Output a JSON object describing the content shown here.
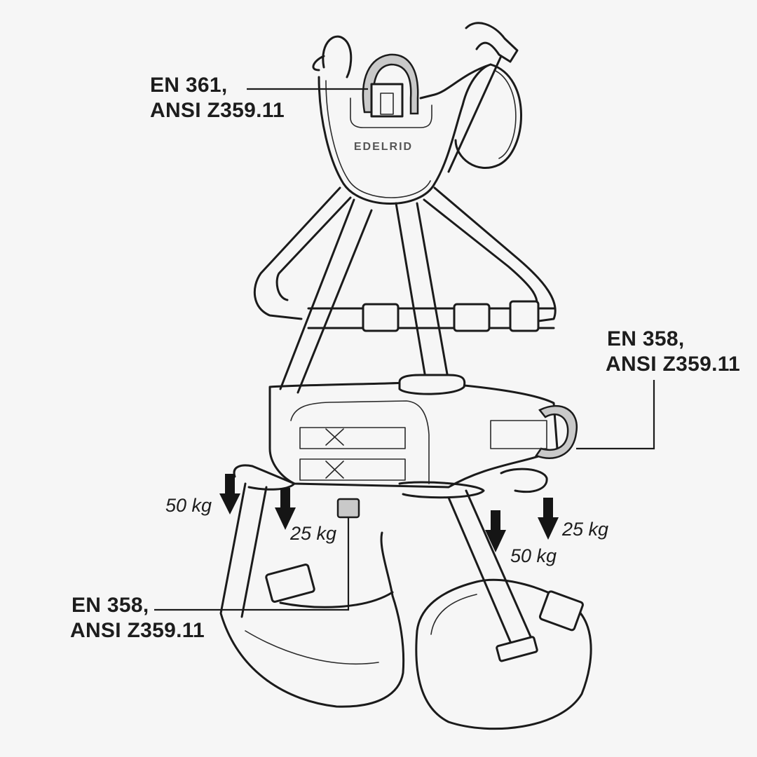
{
  "diagram": {
    "subject": "Full body harness",
    "brand_mark": "EDELRID",
    "colors": {
      "background": "#f6f6f6",
      "line": "#1b1b1b",
      "metal": "#c9c9c9"
    },
    "callouts": [
      {
        "id": "dorsal",
        "line1": "EN 361,",
        "line2": "ANSI Z359.11"
      },
      {
        "id": "side",
        "line1": "EN 358,",
        "line2": "ANSI Z359.11"
      },
      {
        "id": "front",
        "line1": "EN 358,",
        "line2": "ANSI Z359.11"
      }
    ],
    "load_markers": [
      {
        "id": "left-outer",
        "label": "50 kg"
      },
      {
        "id": "left-inner",
        "label": "25 kg"
      },
      {
        "id": "right-inner",
        "label": "50 kg"
      },
      {
        "id": "right-outer",
        "label": "25 kg"
      }
    ]
  }
}
